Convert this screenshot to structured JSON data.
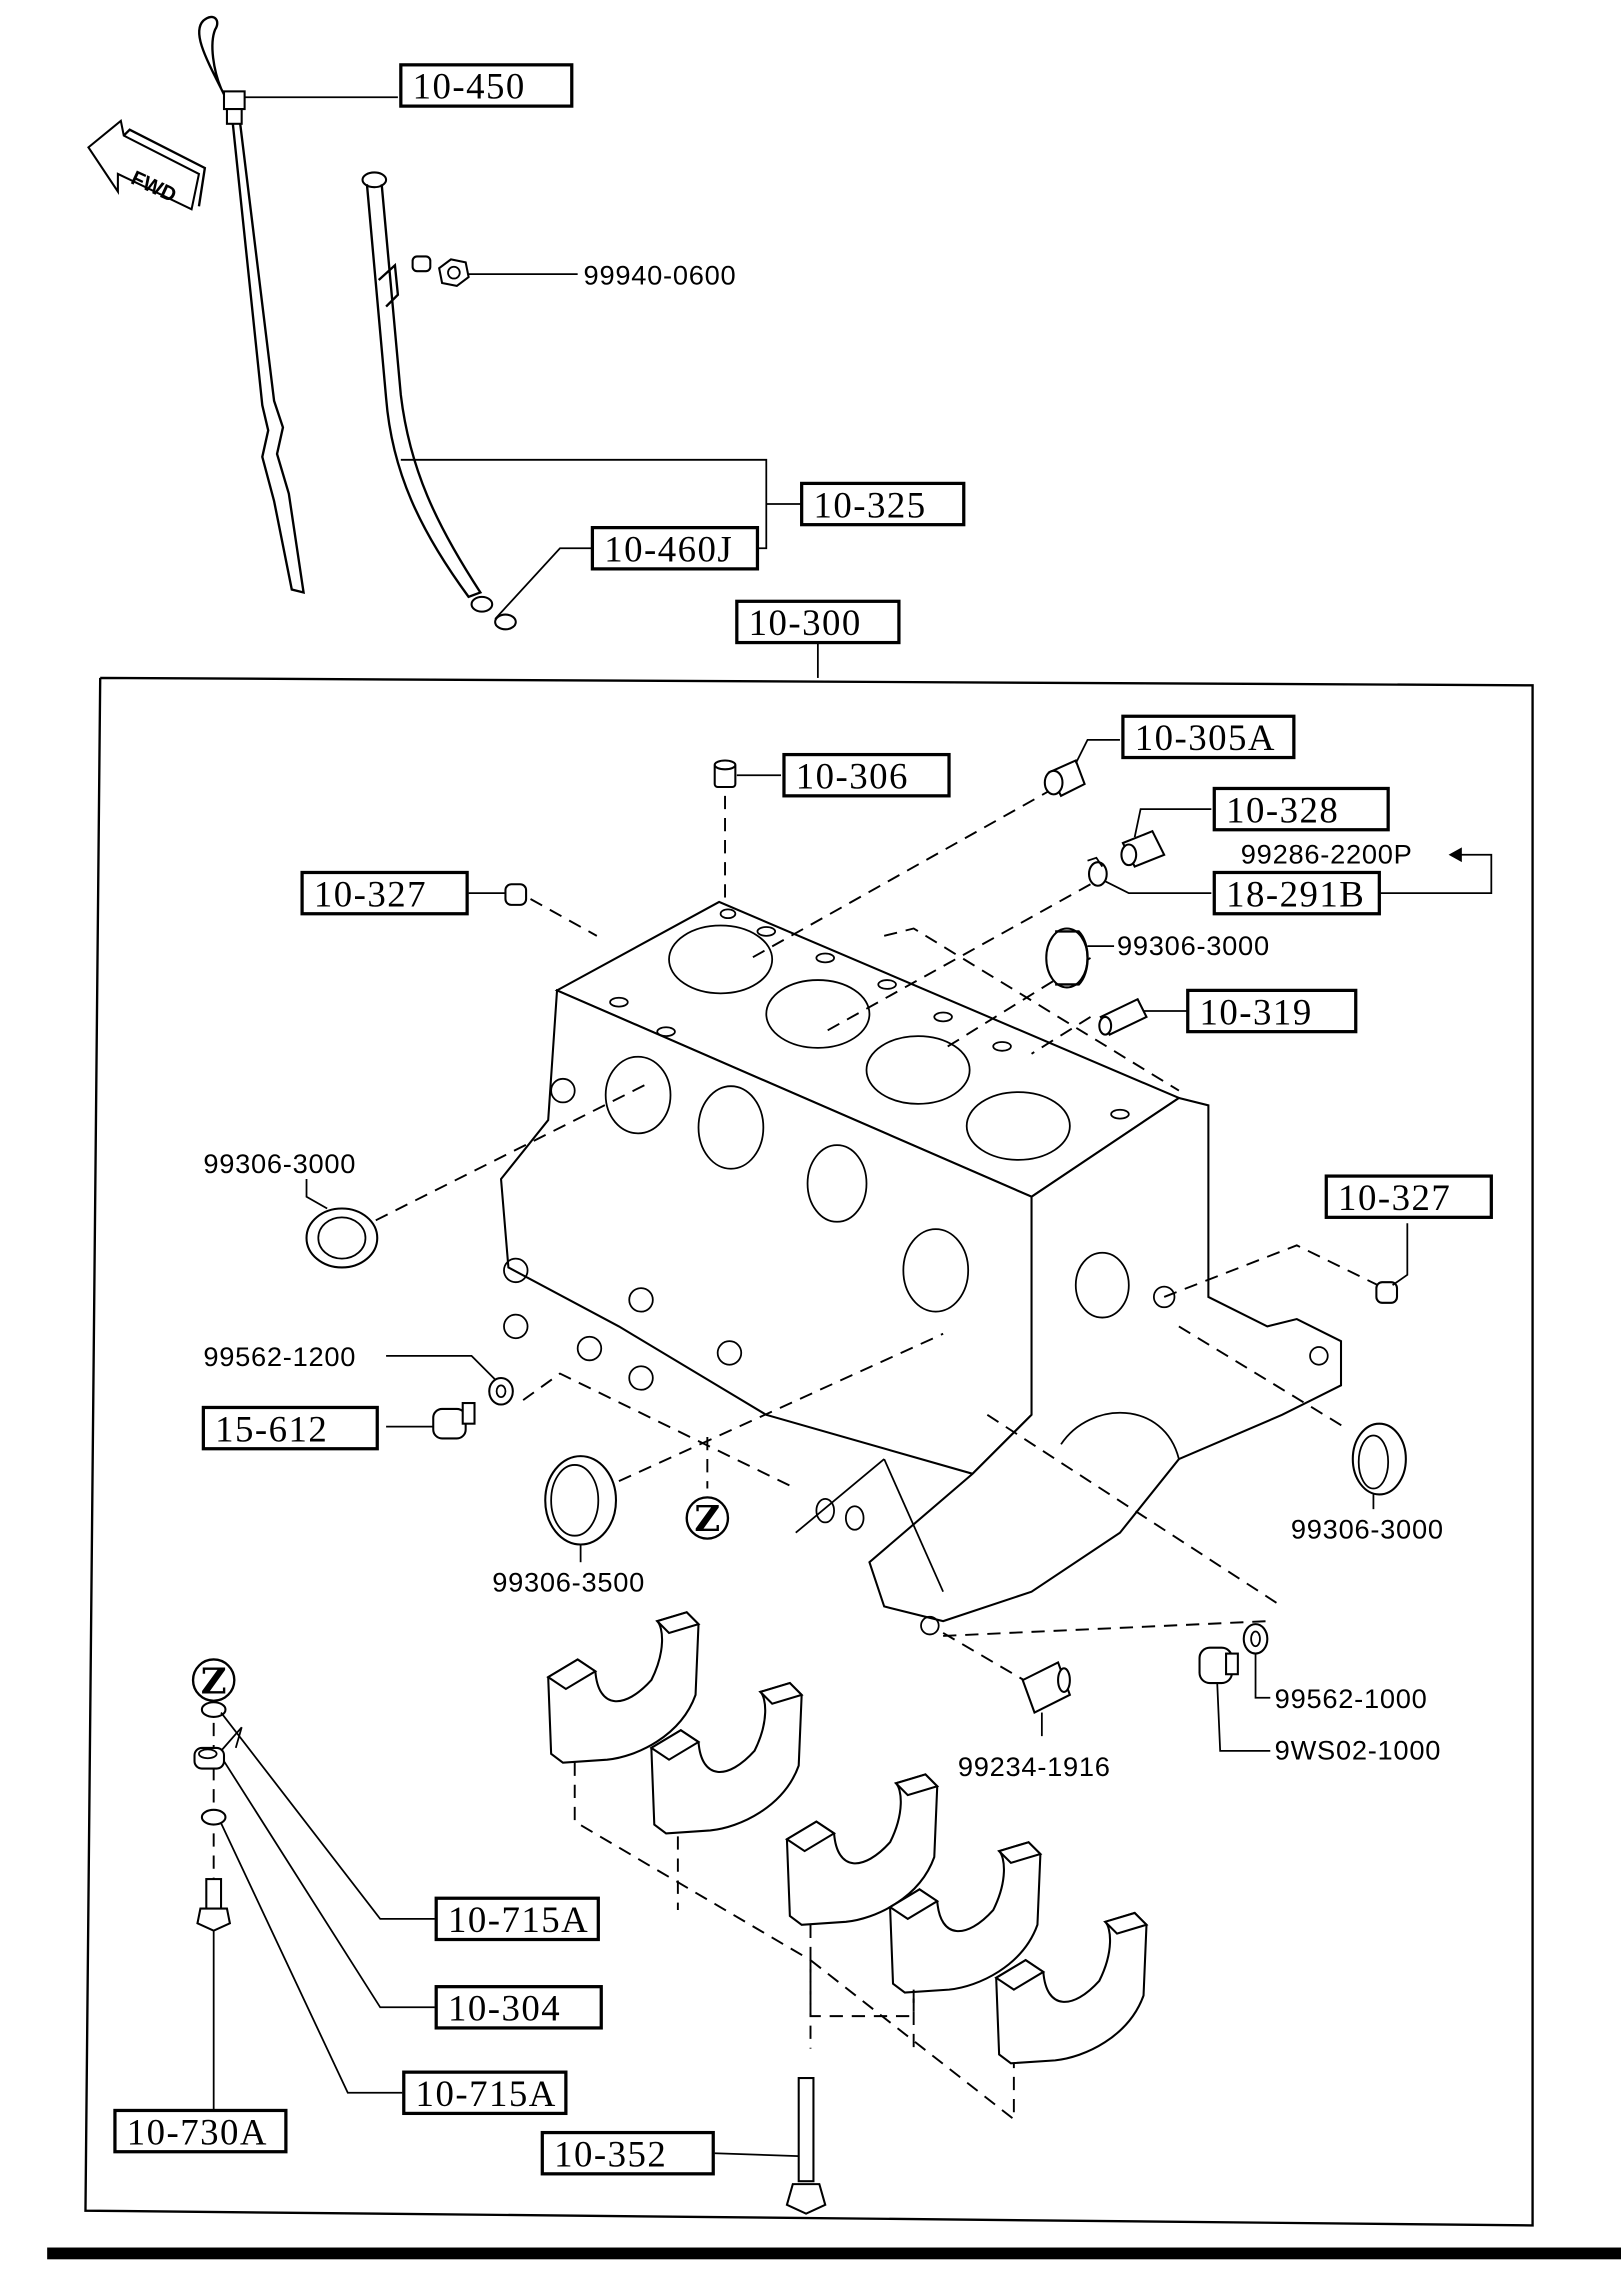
{
  "diagram": {
    "type": "exploded-parts-diagram",
    "subject": "Engine cylinder block assembly",
    "direction_indicator": "FWD",
    "reference_marker": "Z",
    "boxed_part_numbers": {
      "dipstick": "10-450",
      "dipstick_tube_assy": "10-325",
      "tube_o_ring": "10-460J",
      "cylinder_block": "10-300",
      "dowel_top": "10-306",
      "plug_rear": "10-305A",
      "plug_left": "10-327",
      "plug_right": "10-327",
      "plug_small": "10-328",
      "plug_clip": "18-291B",
      "dowel_pin": "10-319",
      "drain_plug": "15-612",
      "jet_gasket_upper": "10-715A",
      "oil_jet": "10-304",
      "jet_gasket_lower": "10-715A",
      "jet_bolt": "10-730A",
      "main_cap_bolt": "10-352"
    },
    "plain_part_numbers": {
      "tube_bolt": "99940-0600",
      "clip_ref": "99286-2200P",
      "cup_plug_upper_right": "99306-3000",
      "cup_plug_left": "99306-3000",
      "cup_plug_lower_right": "99306-3000",
      "washer_left": "99562-1200",
      "cup_plug_front": "99306-3500",
      "knock_pin": "99234-1916",
      "washer_right": "99562-1000",
      "plug_right_lower": "9WS02-1000"
    }
  }
}
